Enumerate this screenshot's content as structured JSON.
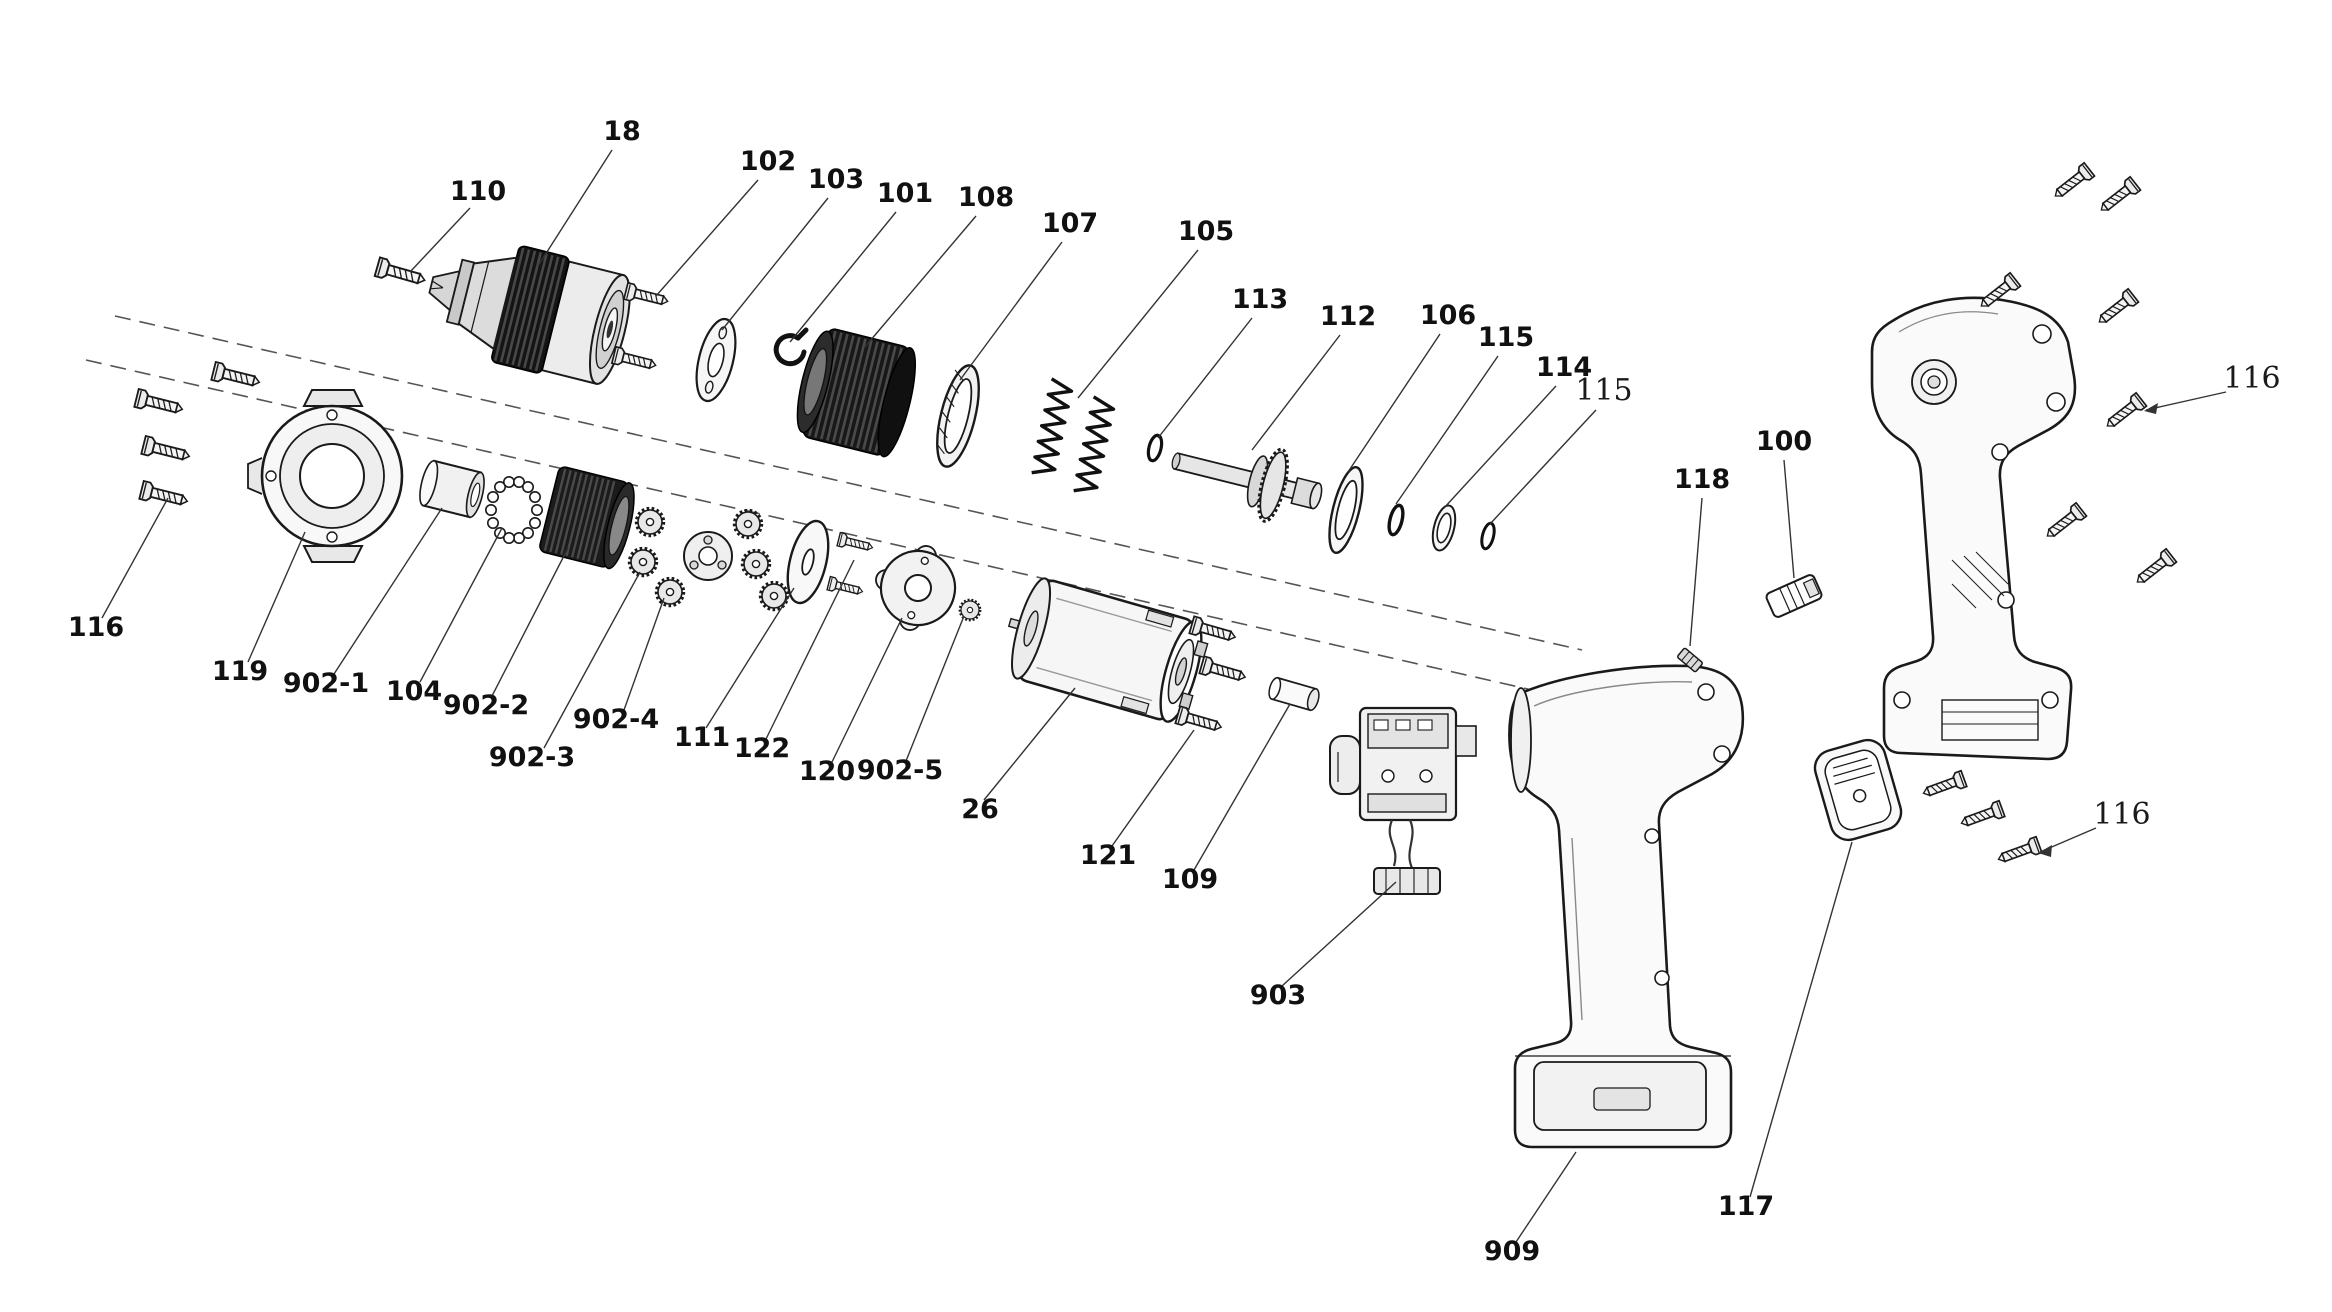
{
  "diagram": {
    "type": "exploded-parts-diagram",
    "subject": "cordless drill driver exploded view",
    "background_color": "#ffffff",
    "ink_color": "#1a1a1a",
    "labels": [
      {
        "text": "18",
        "style": "bold"
      },
      {
        "text": "110",
        "style": "bold"
      },
      {
        "text": "102",
        "style": "bold"
      },
      {
        "text": "103",
        "style": "bold"
      },
      {
        "text": "101",
        "style": "bold"
      },
      {
        "text": "108",
        "style": "bold"
      },
      {
        "text": "107",
        "style": "bold"
      },
      {
        "text": "105",
        "style": "bold"
      },
      {
        "text": "113",
        "style": "bold"
      },
      {
        "text": "112",
        "style": "bold"
      },
      {
        "text": "106",
        "style": "bold"
      },
      {
        "text": "115",
        "style": "bold"
      },
      {
        "text": "114",
        "style": "bold"
      },
      {
        "text": "115",
        "style": "light"
      },
      {
        "text": "116",
        "style": "light"
      },
      {
        "text": "100",
        "style": "bold"
      },
      {
        "text": "118",
        "style": "bold"
      },
      {
        "text": "116",
        "style": "bold"
      },
      {
        "text": "119",
        "style": "bold"
      },
      {
        "text": "902-1",
        "style": "bold"
      },
      {
        "text": "104",
        "style": "bold"
      },
      {
        "text": "902-2",
        "style": "bold"
      },
      {
        "text": "902-3",
        "style": "bold"
      },
      {
        "text": "902-4",
        "style": "bold"
      },
      {
        "text": "111",
        "style": "bold"
      },
      {
        "text": "122",
        "style": "bold"
      },
      {
        "text": "120",
        "style": "bold"
      },
      {
        "text": "902-5",
        "style": "bold"
      },
      {
        "text": "26",
        "style": "bold"
      },
      {
        "text": "121",
        "style": "bold"
      },
      {
        "text": "109",
        "style": "bold"
      },
      {
        "text": "903",
        "style": "bold"
      },
      {
        "text": "909",
        "style": "bold"
      },
      {
        "text": "117",
        "style": "bold"
      },
      {
        "text": "116",
        "style": "light"
      }
    ]
  }
}
